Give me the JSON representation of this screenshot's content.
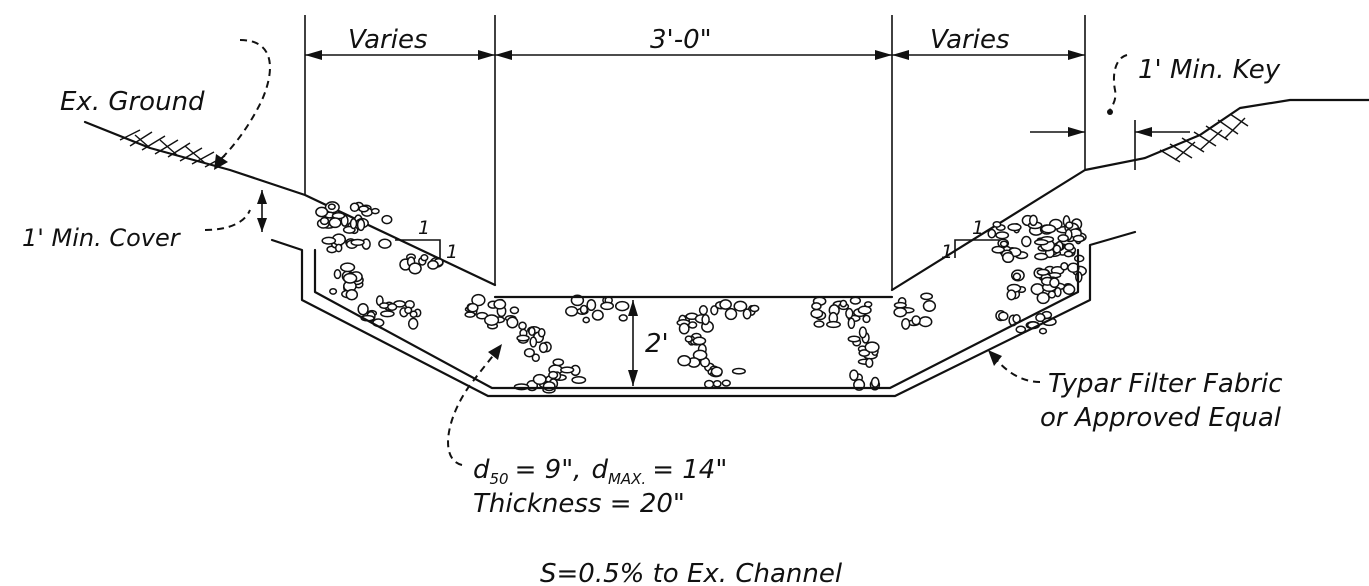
{
  "labels": {
    "varies_left": "Varies",
    "bottom_width": "3'-0\"",
    "varies_right": "Varies",
    "ex_ground": "Ex. Ground",
    "min_key": "1' Min. Key",
    "min_cover": "1' Min. Cover",
    "slope_left_run": "1",
    "slope_left_rise": "1",
    "slope_right_run": "1",
    "slope_right_rise": "1",
    "depth": "2'",
    "d50_sym": "d",
    "d50_sub": "50",
    "d50_val": "= 9\",",
    "dmax_sym": "d",
    "dmax_sub": "MAX.",
    "dmax_val": "= 14\"",
    "thickness": "Thickness = 20\"",
    "fabric_line1": "Typar Filter Fabric",
    "fabric_line2": "or Approved Equal",
    "slope_note": "S=0.5% to Ex. Channel"
  },
  "colors": {
    "ink": "#111111",
    "paper": "#ffffff"
  }
}
